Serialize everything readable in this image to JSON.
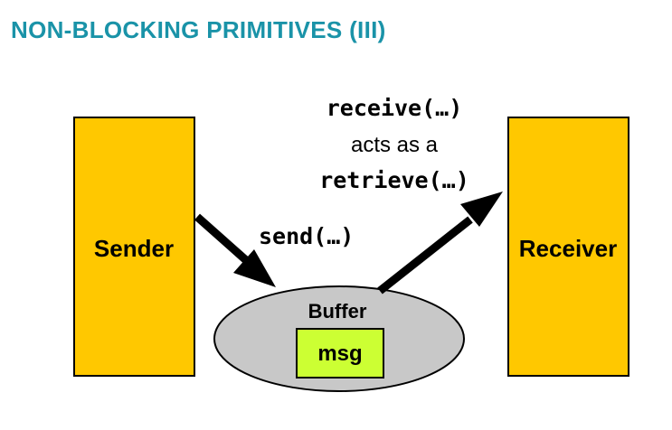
{
  "title": "NON-BLOCKING PRIMITIVES (III)",
  "colors": {
    "title": "#1a93a8",
    "process_fill": "#ffc800",
    "buffer_fill": "#c8c8c8",
    "msg_fill": "#ccff33",
    "outline": "#000000"
  },
  "sender": {
    "label": "Sender"
  },
  "receiver": {
    "label": "Receiver"
  },
  "buffer": {
    "label": "Buffer",
    "message_label": "msg"
  },
  "send_label": "send(…)",
  "receive_note": {
    "line1": "receive(…)",
    "line2": "acts as a",
    "line3": "retrieve(…)"
  }
}
